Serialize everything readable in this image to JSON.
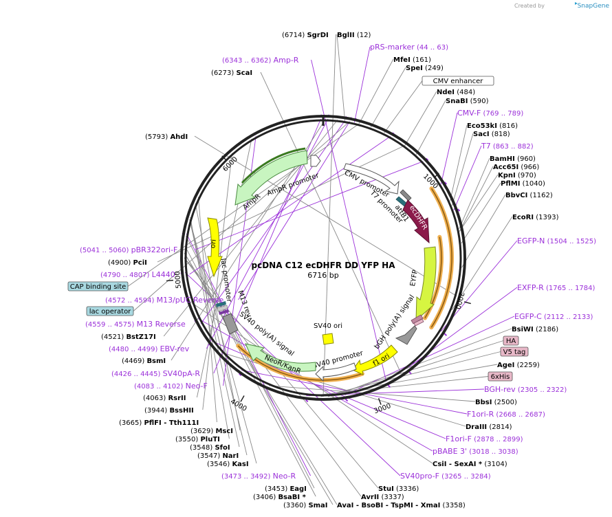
{
  "header": {
    "credit": "Created by",
    "brand": "SnapGene"
  },
  "plasmid": {
    "name": "pcDNA C12 ecDHFR DD YFP HA",
    "size": "6716 bp",
    "length": 6716
  },
  "colors": {
    "backbone": "#222222",
    "enzyme_text": "#000000",
    "primer_text": "#9b30d9",
    "primer_line": "#9b30d9",
    "leader": "#888888",
    "orf_orange": "#f0b050",
    "promoter_white": "#ffffff",
    "ampr_green": "#c8f5c0",
    "ori_yellow": "#ffff00",
    "eyfp_yellowgreen": "#d6f541",
    "ecdhfr_maroon": "#8b1a4a",
    "neor_green": "#c8f5c0",
    "f1ori_yellow": "#ffff00",
    "feature_box_blue": "#a8d8e0",
    "tag_box_pink": "#e8b8c8"
  },
  "ticks": [
    "1000",
    "2000",
    "3000",
    "4000",
    "5000",
    "6000"
  ],
  "features": [
    {
      "label": "CMV promoter",
      "color": "#ffffff"
    },
    {
      "label": "T7 promoter",
      "color": "#ffffff"
    },
    {
      "label": "attB1",
      "color": "#2a6f7a"
    },
    {
      "label": "ecDHFR",
      "color": "#8b1a4a"
    },
    {
      "label": "EYFP",
      "color": "#d6f541"
    },
    {
      "label": "bGH poly(A) signal",
      "color": "#999999"
    },
    {
      "label": "f1 ori",
      "color": "#ffff00"
    },
    {
      "label": "SV40 promoter",
      "color": "#ffffff"
    },
    {
      "label": "NeoR/KanR",
      "color": "#c8f5c0"
    },
    {
      "label": "SV40 poly(A) signal",
      "color": "#999999"
    },
    {
      "label": "SV40 ori",
      "color": "#ffff00"
    },
    {
      "label": "M13 rev",
      "color": "#999999"
    },
    {
      "label": "lac promoter",
      "color": "#ffffff"
    },
    {
      "label": "ori",
      "color": "#ffff00"
    },
    {
      "label": "AmpR",
      "color": "#c8f5c0"
    },
    {
      "label": "AmpR promoter",
      "color": "#ffffff"
    }
  ],
  "sites": [
    {
      "name": "BglII",
      "pos": "(12)",
      "type": "enzyme"
    },
    {
      "name": "pRS-marker",
      "pos": "(44 .. 63)",
      "type": "primer"
    },
    {
      "name": "MfeI",
      "pos": "(161)",
      "type": "enzyme"
    },
    {
      "name": "SpeI",
      "pos": "(249)",
      "type": "enzyme"
    },
    {
      "name": "CMV enhancer",
      "pos": "",
      "type": "box"
    },
    {
      "name": "NdeI",
      "pos": "(484)",
      "type": "enzyme"
    },
    {
      "name": "SnaBI",
      "pos": "(590)",
      "type": "enzyme"
    },
    {
      "name": "CMV-F",
      "pos": "(769 .. 789)",
      "type": "primer"
    },
    {
      "name": "Eco53kI",
      "pos": "(816)",
      "type": "enzyme"
    },
    {
      "name": "SacI",
      "pos": "(818)",
      "type": "enzyme"
    },
    {
      "name": "T7",
      "pos": "(863 .. 882)",
      "type": "primer"
    },
    {
      "name": "BamHI",
      "pos": "(960)",
      "type": "enzyme"
    },
    {
      "name": "Acc65I",
      "pos": "(966)",
      "type": "enzyme"
    },
    {
      "name": "KpnI",
      "pos": "(970)",
      "type": "enzyme"
    },
    {
      "name": "PflMI",
      "pos": "(1040)",
      "type": "enzyme"
    },
    {
      "name": "BbvCI",
      "pos": "(1162)",
      "type": "enzyme"
    },
    {
      "name": "EcoRI",
      "pos": "(1393)",
      "type": "enzyme"
    },
    {
      "name": "EGFP-N",
      "pos": "(1504 .. 1525)",
      "type": "primer"
    },
    {
      "name": "EXFP-R",
      "pos": "(1765 .. 1784)",
      "type": "primer"
    },
    {
      "name": "EGFP-C",
      "pos": "(2112 .. 2133)",
      "type": "primer"
    },
    {
      "name": "BsiWI",
      "pos": "(2186)",
      "type": "enzyme"
    },
    {
      "name": "HA",
      "pos": "",
      "type": "tag"
    },
    {
      "name": "V5 tag",
      "pos": "",
      "type": "tag"
    },
    {
      "name": "AgeI",
      "pos": "(2259)",
      "type": "enzyme"
    },
    {
      "name": "6xHis",
      "pos": "",
      "type": "tag"
    },
    {
      "name": "BGH-rev",
      "pos": "(2305 .. 2322)",
      "type": "primer"
    },
    {
      "name": "BbsI",
      "pos": "(2500)",
      "type": "enzyme"
    },
    {
      "name": "F1ori-R",
      "pos": "(2668 .. 2687)",
      "type": "primer"
    },
    {
      "name": "DraIII",
      "pos": "(2814)",
      "type": "enzyme"
    },
    {
      "name": "F1ori-F",
      "pos": "(2878 .. 2899)",
      "type": "primer"
    },
    {
      "name": "pBABE 3'",
      "pos": "(3018 .. 3038)",
      "type": "primer"
    },
    {
      "name": "CsiI - SexAI *",
      "pos": "(3104)",
      "type": "enzyme"
    },
    {
      "name": "SV40pro-F",
      "pos": "(3265 .. 3284)",
      "type": "primer"
    },
    {
      "name": "StuI",
      "pos": "(3336)",
      "type": "enzyme"
    },
    {
      "name": "AvrII",
      "pos": "(3337)",
      "type": "enzyme"
    },
    {
      "name": "AvaI - BsoBI - TspMI - XmaI",
      "pos": "(3358)",
      "type": "enzyme"
    },
    {
      "name": "SmaI",
      "pos": "(3360)",
      "type": "enzyme"
    },
    {
      "name": "BsaBI *",
      "pos": "(3406)",
      "type": "enzyme"
    },
    {
      "name": "EagI",
      "pos": "(3453)",
      "type": "enzyme"
    },
    {
      "name": "Neo-R",
      "pos": "(3473 .. 3492)",
      "type": "primer"
    },
    {
      "name": "KasI",
      "pos": "(3546)",
      "type": "enzyme"
    },
    {
      "name": "NarI",
      "pos": "(3547)",
      "type": "enzyme"
    },
    {
      "name": "SfoI",
      "pos": "(3548)",
      "type": "enzyme"
    },
    {
      "name": "PluTI",
      "pos": "(3550)",
      "type": "enzyme"
    },
    {
      "name": "MscI",
      "pos": "(3629)",
      "type": "enzyme"
    },
    {
      "name": "PflFI - Tth111I",
      "pos": "(3665)",
      "type": "enzyme"
    },
    {
      "name": "BssHII",
      "pos": "(3944)",
      "type": "enzyme"
    },
    {
      "name": "RsrII",
      "pos": "(4063)",
      "type": "enzyme"
    },
    {
      "name": "Neo-F",
      "pos": "(4083 .. 4102)",
      "type": "primer"
    },
    {
      "name": "SV40pA-R",
      "pos": "(4426 .. 4445)",
      "type": "primer"
    },
    {
      "name": "BsmI",
      "pos": "(4469)",
      "type": "enzyme"
    },
    {
      "name": "EBV-rev",
      "pos": "(4480 .. 4499)",
      "type": "primer"
    },
    {
      "name": "BstZ17I",
      "pos": "(4521)",
      "type": "enzyme"
    },
    {
      "name": "M13 Reverse",
      "pos": "(4559 .. 4575)",
      "type": "primer"
    },
    {
      "name": "lac operator",
      "pos": "",
      "type": "box"
    },
    {
      "name": "M13/pUC Reverse",
      "pos": "(4572 .. 4594)",
      "type": "primer"
    },
    {
      "name": "CAP binding site",
      "pos": "",
      "type": "box"
    },
    {
      "name": "L4440",
      "pos": "(4790 .. 4807)",
      "type": "primer"
    },
    {
      "name": "PciI",
      "pos": "(4900)",
      "type": "enzyme"
    },
    {
      "name": "pBR322ori-F",
      "pos": "(5041 .. 5060)",
      "type": "primer"
    },
    {
      "name": "AhdI",
      "pos": "(5793)",
      "type": "enzyme"
    },
    {
      "name": "ScaI",
      "pos": "(6273)",
      "type": "enzyme"
    },
    {
      "name": "Amp-R",
      "pos": "(6343 .. 6362)",
      "type": "primer"
    },
    {
      "name": "SgrDI",
      "pos": "(6714)",
      "type": "enzyme"
    }
  ]
}
